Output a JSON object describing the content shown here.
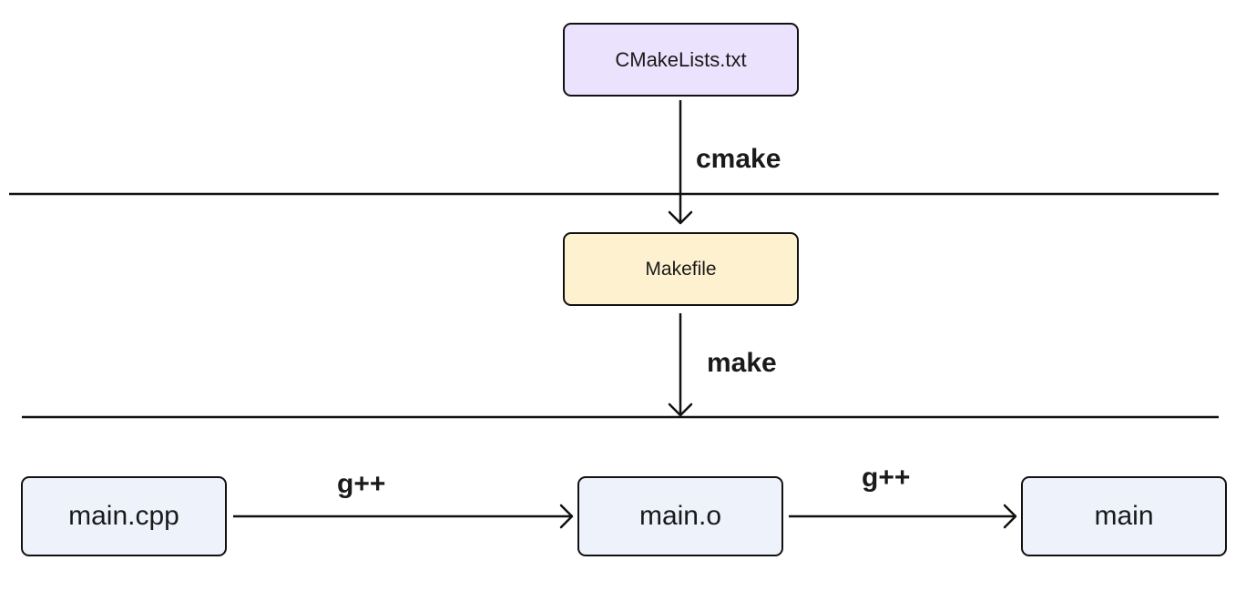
{
  "nodes": {
    "cmakelists": "CMakeLists.txt",
    "makefile": "Makefile",
    "source": "main.cpp",
    "object": "main.o",
    "executable": "main"
  },
  "edges": {
    "cmake": "cmake",
    "make": "make",
    "compile": "g++",
    "link": "g++"
  },
  "colors": {
    "cmakelists_fill": "#ebe2fd",
    "makefile_fill": "#fdf1cf",
    "file_fill": "#eef2fb",
    "stroke": "#111111"
  }
}
